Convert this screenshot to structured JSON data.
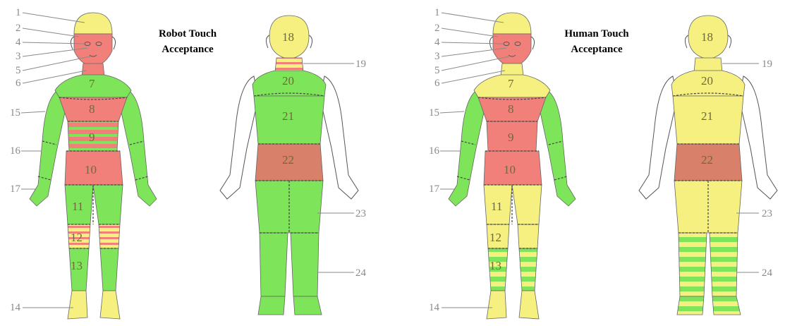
{
  "titles": {
    "robot_line1": "Robot Touch",
    "robot_line2": "Acceptance",
    "human_line1": "Human Touch",
    "human_line2": "Acceptance"
  },
  "colors": {
    "red": "#f2807a",
    "yellow": "#f5f080",
    "green": "#7ee45a",
    "brown": "#d8806a"
  },
  "left_labels": [
    "1",
    "2",
    "4",
    "3",
    "5",
    "6",
    "15",
    "16",
    "17",
    "14"
  ],
  "right_labels": [
    "19",
    "23",
    "24"
  ],
  "front_region_numbers": [
    "7",
    "8",
    "9",
    "10",
    "11",
    "12",
    "13"
  ],
  "back_region_numbers": [
    "18",
    "20",
    "21",
    "22"
  ],
  "robot": {
    "front": {
      "head_top": "yellow",
      "face": "red",
      "neck": "red",
      "7": "green",
      "8": "red",
      "9": "red-green-stripes",
      "10": "red",
      "arms": "green",
      "hands": "green",
      "11": "green",
      "12": "yellow-red-stripes",
      "13": "green",
      "14": "yellow"
    },
    "back": {
      "18": "yellow",
      "19": "yellow-red-stripes",
      "20": "green",
      "21": "green",
      "22": "brown",
      "arms": "white",
      "23": "green",
      "24": "green"
    }
  },
  "human": {
    "front": {
      "head_top": "yellow",
      "face": "red",
      "neck": "yellow",
      "7": "yellow",
      "8": "red",
      "9": "red",
      "10": "red",
      "arms": "green",
      "hands": "green",
      "11": "yellow",
      "12": "yellow",
      "13": "green-yellow-stripes",
      "14": "yellow"
    },
    "back": {
      "18": "yellow",
      "19": "yellow",
      "20": "yellow",
      "21": "yellow",
      "22": "brown",
      "arms": "white",
      "23": "yellow",
      "24": "green-yellow-stripes"
    }
  }
}
